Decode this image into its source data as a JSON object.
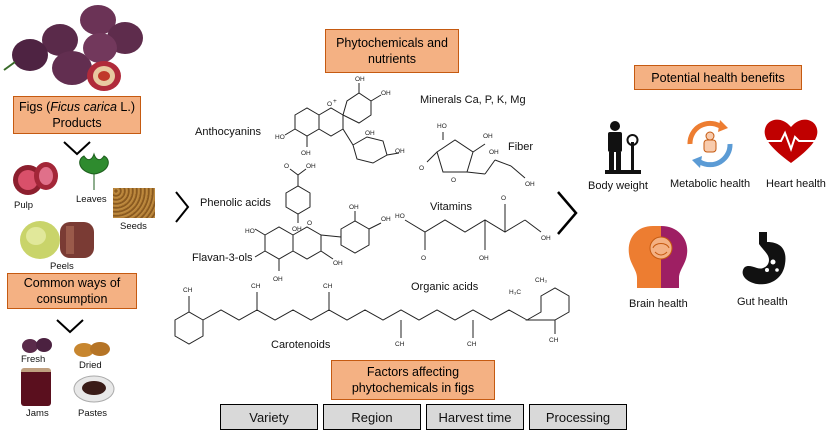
{
  "left": {
    "figs_title": "Figs (",
    "figs_species": "Ficus carica",
    "figs_suffix": " L.)",
    "figs_products": "Products",
    "products": {
      "pulp": "Pulp",
      "leaves": "Leaves",
      "seeds": "Seeds",
      "peels": "Peels"
    },
    "consumption_title": "Common ways of consumption",
    "consumption": {
      "fresh": "Fresh",
      "dried": "Dried",
      "jams": "Jams",
      "pastes": "Pastes"
    }
  },
  "center": {
    "title_line1": "Phytochemicals and",
    "title_line2": "nutrients",
    "compounds": {
      "anthocyanins": "Anthocyanins",
      "minerals": "Minerals Ca, P, K, Mg",
      "fiber": "Fiber",
      "phenolic_acids": "Phenolic acids",
      "vitamins": "Vitamins",
      "flavan": "Flavan-3-ols",
      "organic_acids": "Organic acids",
      "carotenoids": "Carotenoids"
    },
    "factors_line1": "Factors affecting",
    "factors_line2": "phytochemicals in figs",
    "factors": [
      "Variety",
      "Region",
      "Harvest time",
      "Processing"
    ]
  },
  "right": {
    "title": "Potential health benefits",
    "benefits": {
      "body_weight": "Body weight",
      "metabolic": "Metabolic health",
      "heart": "Heart health",
      "brain": "Brain health",
      "gut": "Gut health"
    }
  },
  "colors": {
    "box_fill": "#f4b183",
    "box_border": "#c55a11",
    "factor_fill": "#d9d9d9",
    "heart": "#c00000",
    "metabolic_orange": "#ed7d31",
    "metabolic_blue": "#5b9bd5"
  }
}
